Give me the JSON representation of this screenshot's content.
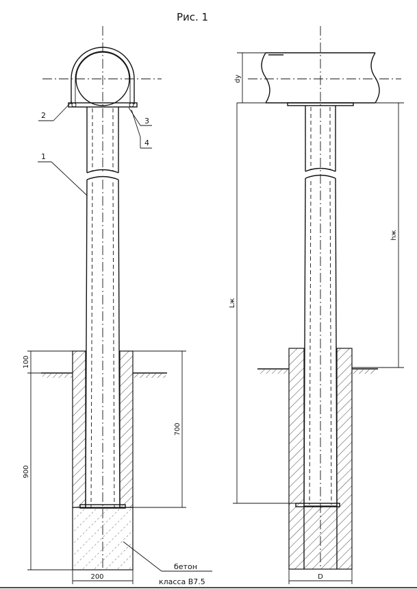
{
  "figure": {
    "title": "Рис. 1"
  },
  "callouts": {
    "item1": "1",
    "item2": "2",
    "item3": "3",
    "item4": "4"
  },
  "dimensions": {
    "top_offset": "100",
    "depth_700": "700",
    "depth_900": "900",
    "base_width": "200",
    "pipe_dy": "dy",
    "length_total": "Lж",
    "height_support": "hж",
    "diameter": "D"
  },
  "note": {
    "line1": "бетон",
    "line2": "класса В7.5"
  }
}
